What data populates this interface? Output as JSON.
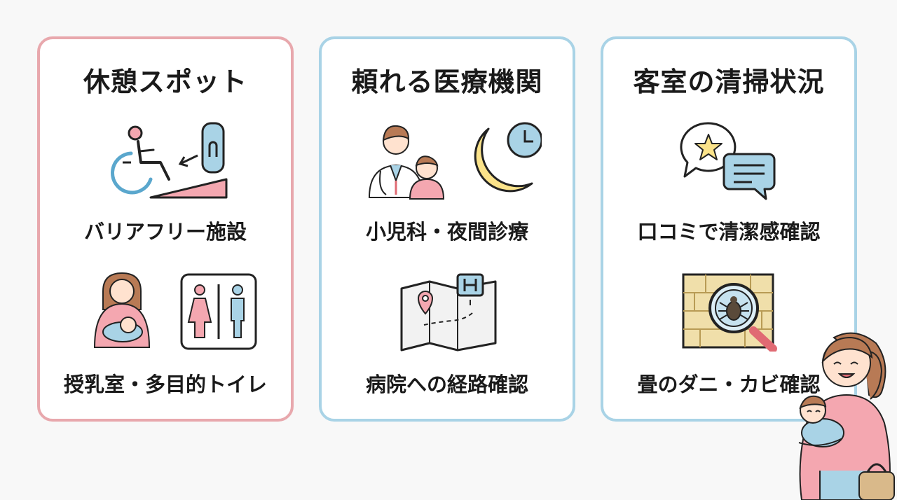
{
  "colors": {
    "pink_border": "#e8a8ad",
    "blue_border": "#a9d3e6",
    "pink_fill": "#f4a7b0",
    "blue_fill": "#a9d3e6",
    "yellow_fill": "#fbe38a"
  },
  "cards": [
    {
      "title": "休憩スポット",
      "items": [
        {
          "label": "バリアフリー施設",
          "icon": "wheelchair-ramp-icon"
        },
        {
          "label": "授乳室・多目的トイレ",
          "icon": "nursing-restroom-icon"
        }
      ]
    },
    {
      "title": "頼れる医療機関",
      "items": [
        {
          "label": "小児科・夜間診療",
          "icon": "pediatric-night-icon"
        },
        {
          "label": "病院への経路確認",
          "icon": "hospital-map-icon"
        }
      ]
    },
    {
      "title": "客室の清掃状況",
      "items": [
        {
          "label": "口コミで清潔感確認",
          "icon": "review-bubbles-icon"
        },
        {
          "label": "畳のダニ・カビ確認",
          "icon": "tatami-inspection-icon"
        }
      ]
    }
  ]
}
